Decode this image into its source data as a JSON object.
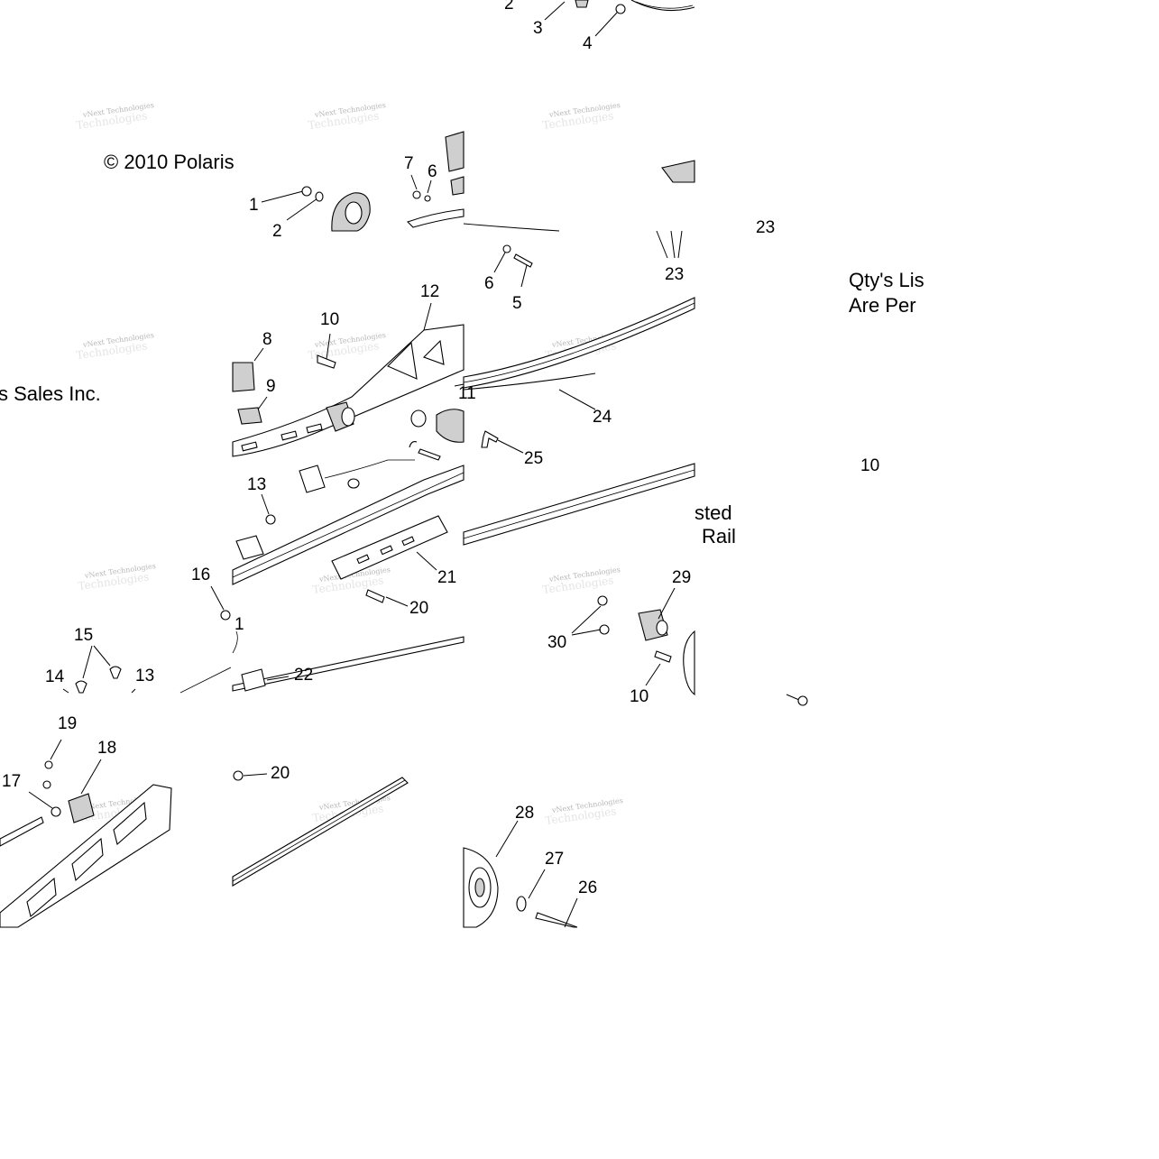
{
  "copyright": {
    "part_a": "© 2010 Polaris",
    "part_b": "s Sales Inc."
  },
  "note": {
    "line1_a": "Qty's Lis",
    "line2_a": "Are Per",
    "line1_b": "sted",
    "line2_b": "Rail"
  },
  "watermark": {
    "line1": "vNext Technologies",
    "line2": "Technologies"
  },
  "callouts": {
    "c1": "1",
    "c2": "2",
    "c3": "3",
    "c4": "4",
    "c5": "5",
    "c6": "6",
    "c7": "7",
    "c8": "8",
    "c9": "9",
    "c10": "10",
    "c11": "11",
    "c12": "12",
    "c13": "13",
    "c14": "14",
    "c15": "15",
    "c16": "16",
    "c17": "17",
    "c18": "18",
    "c19": "19",
    "c20": "20",
    "c21": "21",
    "c22": "22",
    "c23": "23",
    "c24": "24",
    "c25": "25",
    "c26": "26",
    "c27": "27",
    "c28": "28",
    "c29": "29",
    "c30": "30"
  }
}
